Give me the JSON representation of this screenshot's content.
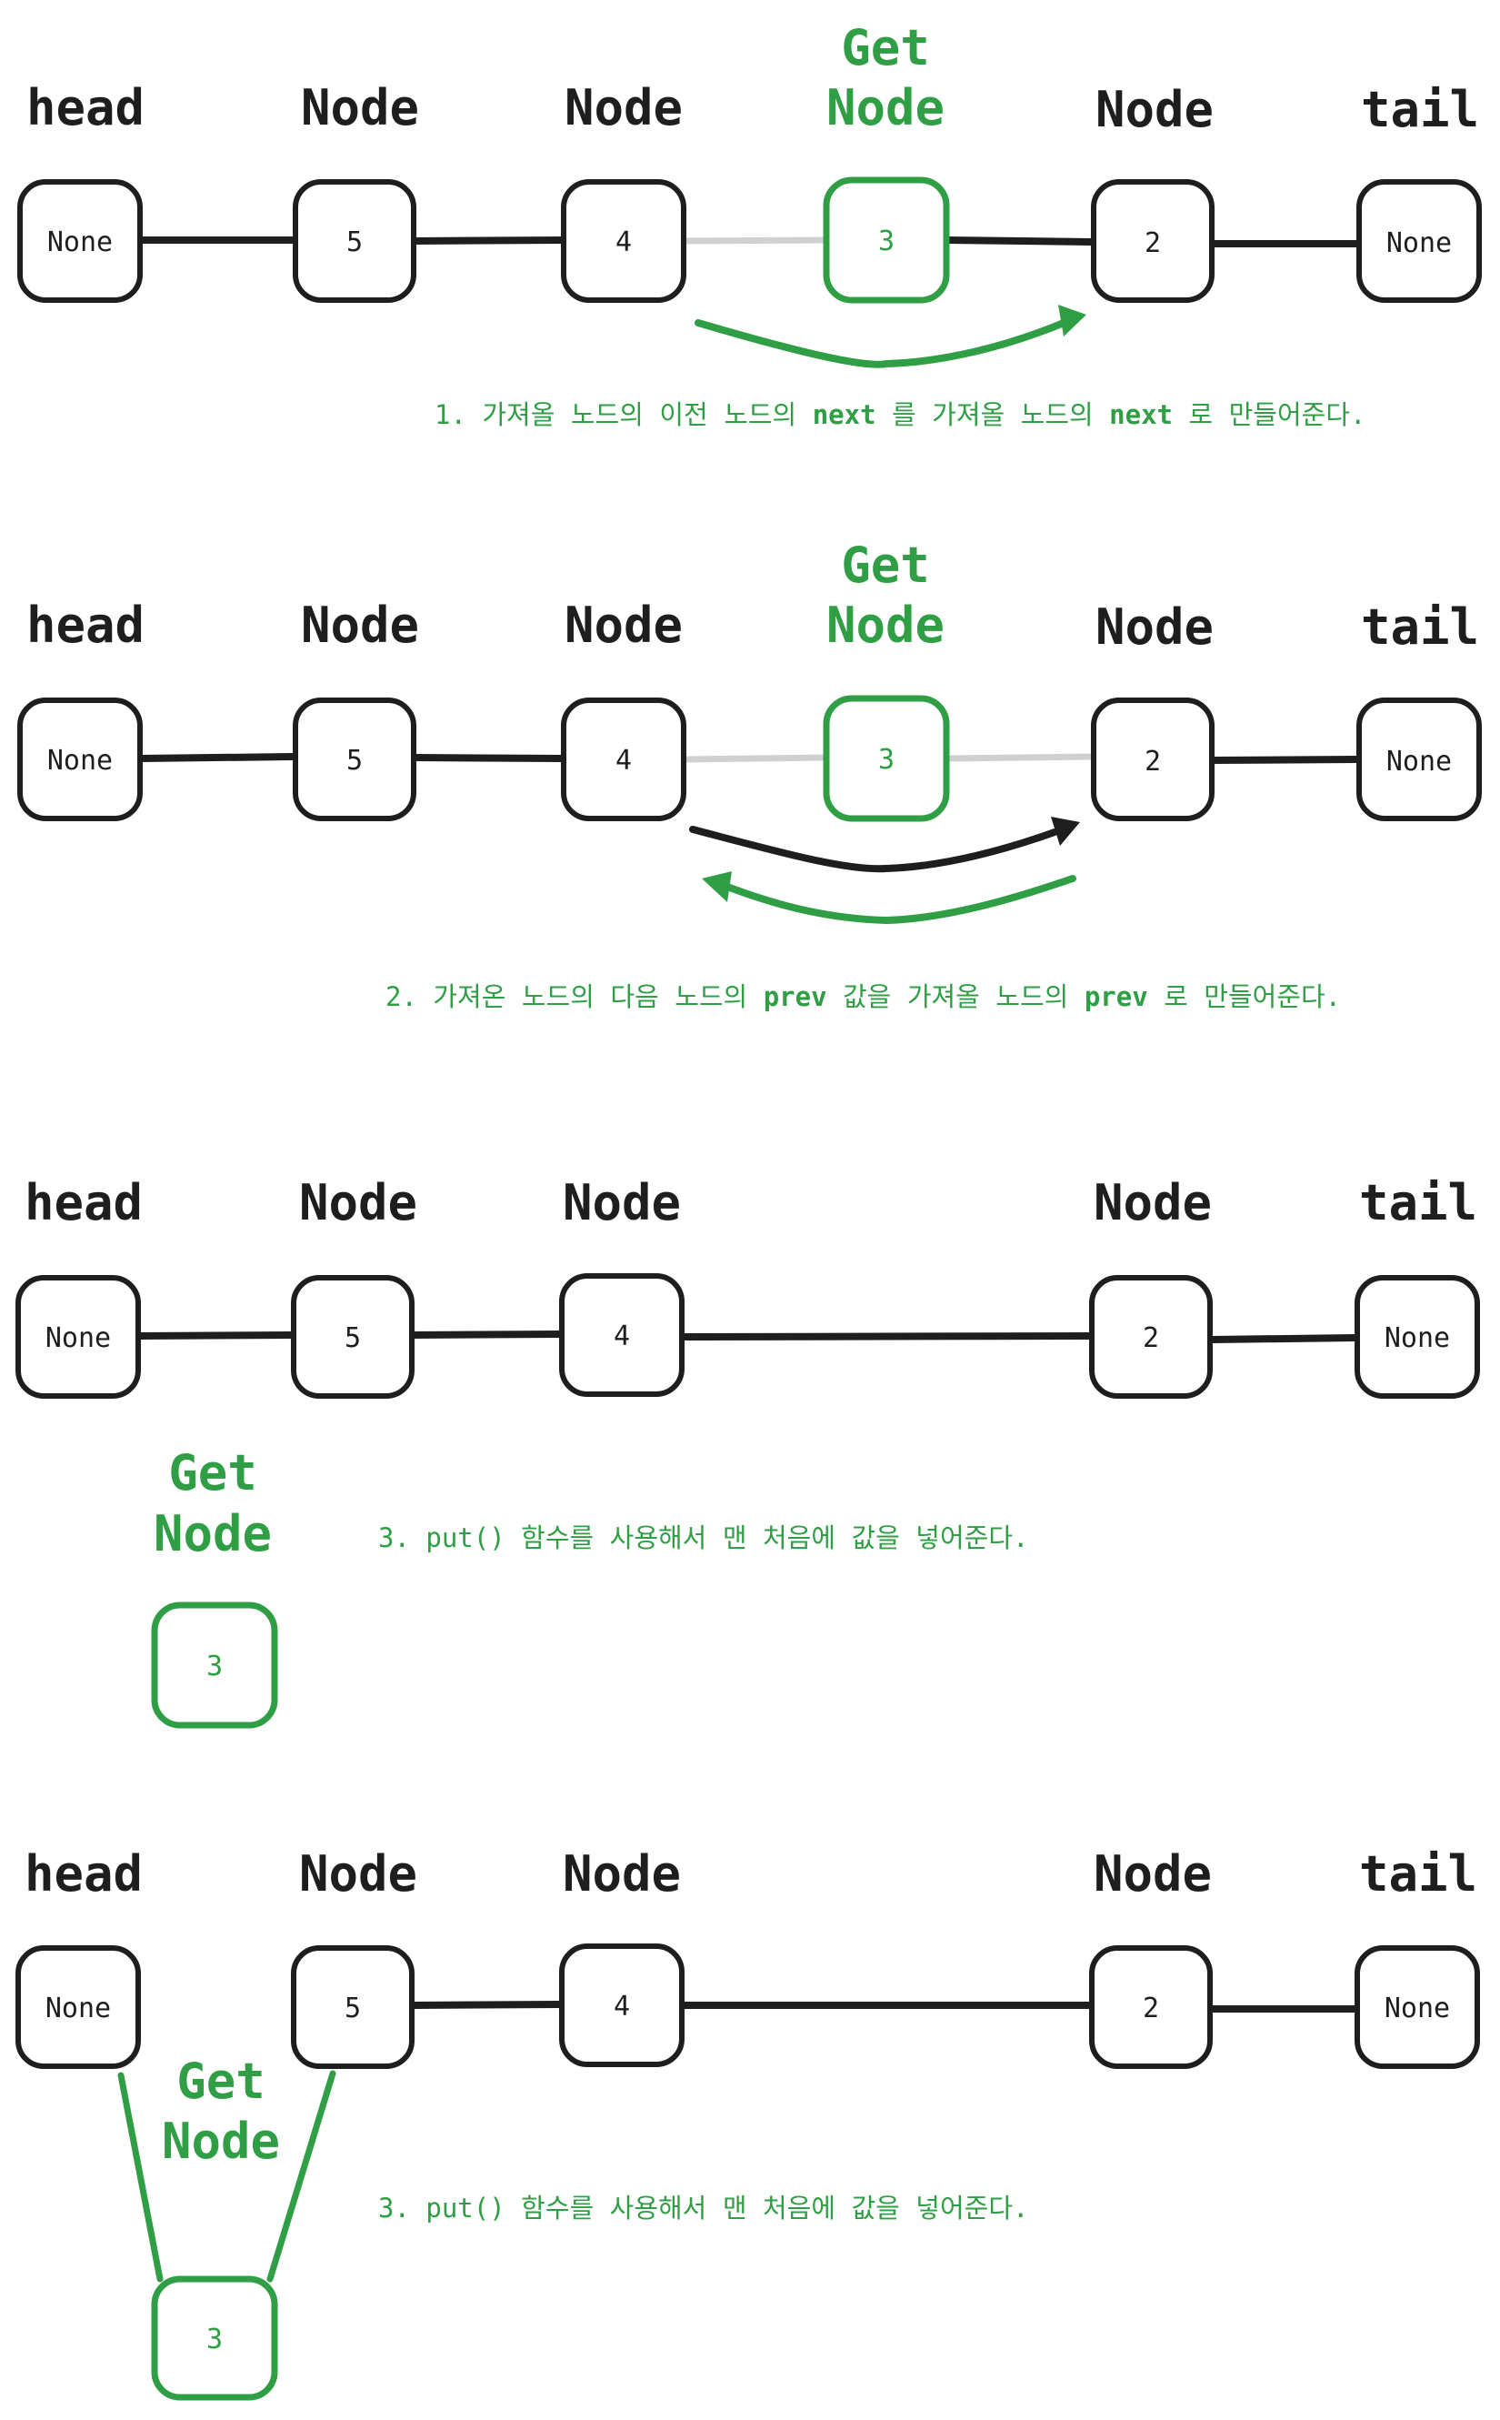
{
  "panel1": {
    "labels": {
      "head": "head",
      "node_a": "Node",
      "node_b": "Node",
      "get_1": "Get",
      "get_2": "Node",
      "node_c": "Node",
      "tail": "tail"
    },
    "values": {
      "head": "None",
      "node_a": "5",
      "node_b": "4",
      "get": "3",
      "node_c": "2",
      "tail": "None"
    },
    "caption": {
      "pre": "1. 가져올 노드의 이전 노드의 ",
      "k1": "next",
      "mid": " 를 가져올 노드의 ",
      "k2": "next",
      "post": " 로 만들어준다."
    }
  },
  "panel2": {
    "labels": {
      "head": "head",
      "node_a": "Node",
      "node_b": "Node",
      "get_1": "Get",
      "get_2": "Node",
      "node_c": "Node",
      "tail": "tail"
    },
    "values": {
      "head": "None",
      "node_a": "5",
      "node_b": "4",
      "get": "3",
      "node_c": "2",
      "tail": "None"
    },
    "caption": {
      "pre": "2. 가져온 노드의 다음 노드의 ",
      "k1": "prev",
      "mid": " 값을 가져올 노드의 ",
      "k2": "prev",
      "post": " 로 만들어준다."
    }
  },
  "panel3": {
    "labels": {
      "head": "head",
      "node_a": "Node",
      "node_b": "Node",
      "node_c": "Node",
      "tail": "tail",
      "get_1": "Get",
      "get_2": "Node"
    },
    "values": {
      "head": "None",
      "node_a": "5",
      "node_b": "4",
      "node_c": "2",
      "tail": "None",
      "get": "3"
    },
    "caption": {
      "text": "3. put() 함수를 사용해서 맨 처음에 값을 넣어준다."
    }
  },
  "panel4": {
    "labels": {
      "head": "head",
      "node_a": "Node",
      "node_b": "Node",
      "node_c": "Node",
      "tail": "tail",
      "get_1": "Get",
      "get_2": "Node"
    },
    "values": {
      "head": "None",
      "node_a": "5",
      "node_b": "4",
      "node_c": "2",
      "tail": "None",
      "get": "3"
    },
    "caption": {
      "text": "3. put() 함수를 사용해서 맨 처음에 값을 넣어준다."
    }
  },
  "colors": {
    "ink": "#1e1e1e",
    "accent": "#2f9e44",
    "faded": "#d0d0d0"
  }
}
